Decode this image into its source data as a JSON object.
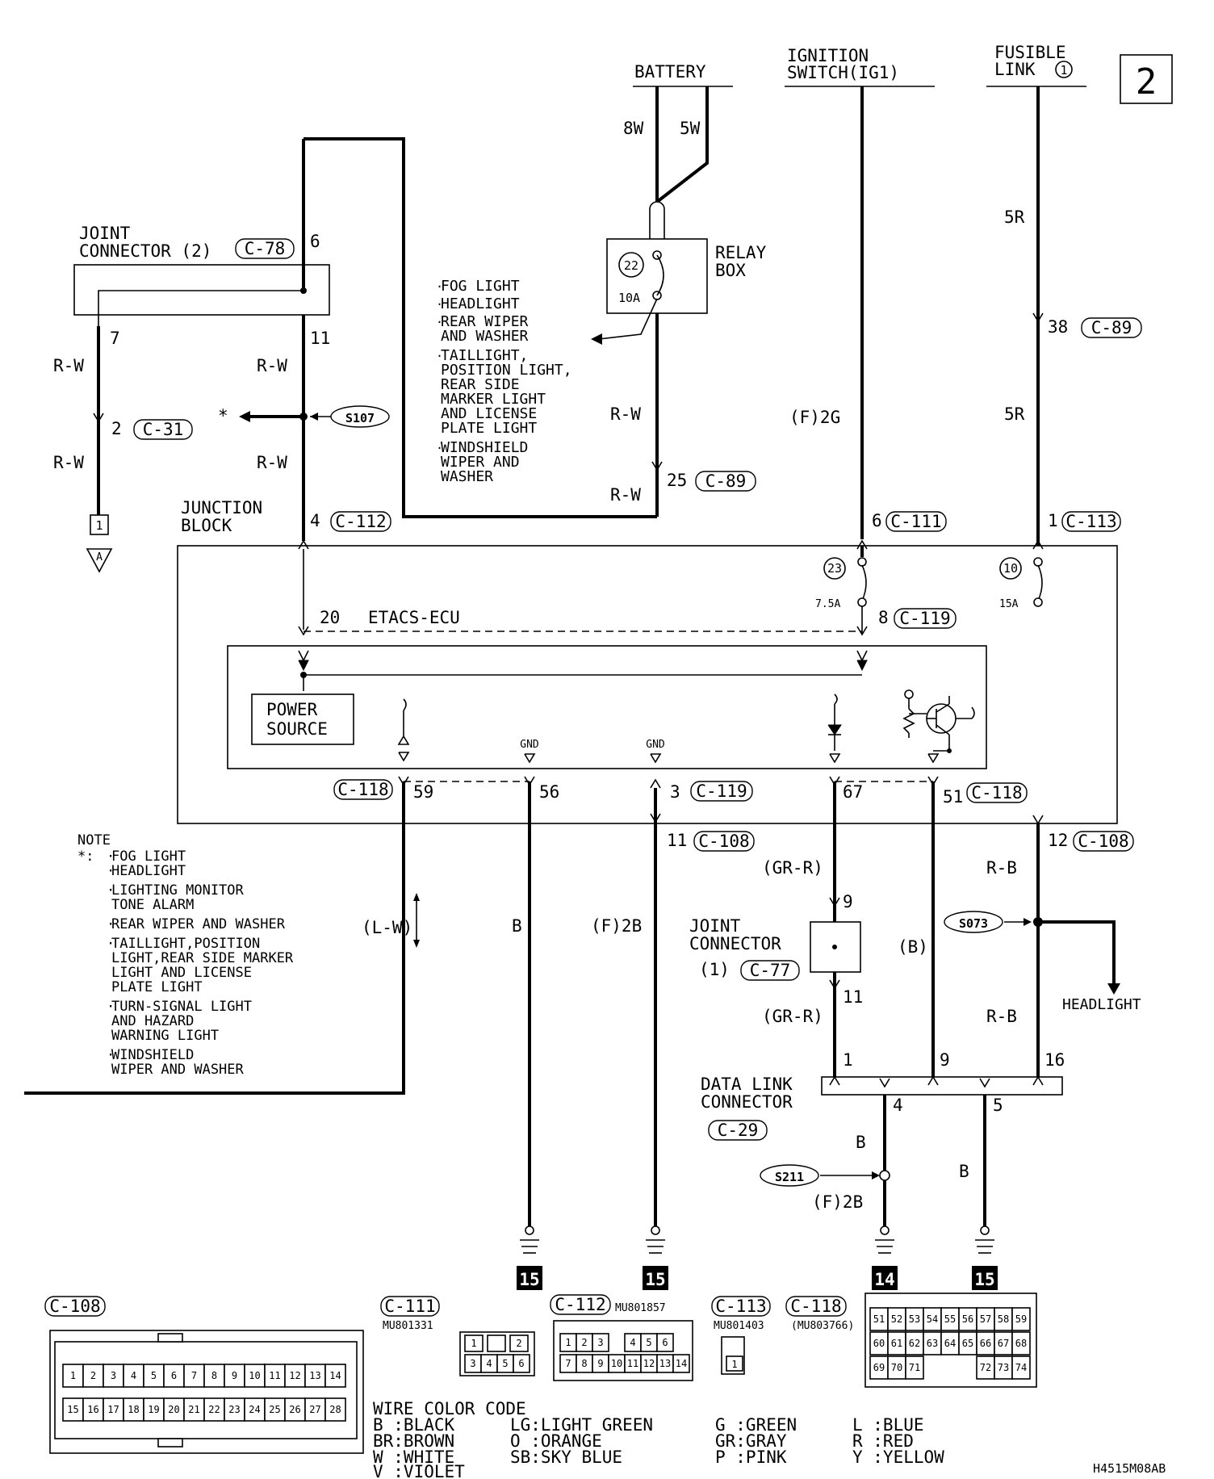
{
  "page_number": "2",
  "sources": {
    "battery": "BATTERY",
    "ignition_line1": "IGNITION",
    "ignition_line2": "SWITCH(IG1)",
    "fusible_line1": "FUSIBLE",
    "fusible_line2": "LINK",
    "fusible_num": "1"
  },
  "relay_box": {
    "line1": "RELAY",
    "line2": "BOX",
    "fuse_num": "22",
    "fuse_rating": "10A",
    "wire_8w": "8W",
    "wire_5w": "5W"
  },
  "relay_notes": [
    "FOG LIGHT",
    "HEADLIGHT",
    "REAR WIPER",
    "AND WASHER",
    "TAILLIGHT,",
    "POSITION LIGHT,",
    "REAR SIDE",
    "MARKER LIGHT",
    "AND LICENSE",
    "PLATE LIGHT",
    "WINDSHIELD",
    "WIPER AND",
    "WASHER"
  ],
  "joint_connector_2": {
    "line1": "JOINT",
    "line2": "CONNECTOR (2)",
    "id": "C-78",
    "pin_top": "6",
    "pin_left": "7",
    "pin_right": "11"
  },
  "wire_labels": {
    "rw": "R-W",
    "f2g": "(F)2G",
    "r5": "5R",
    "rb": "R-B",
    "grr": "(GR-R)",
    "b": "B",
    "b_paren": "(B)",
    "f2b": "(F)2B",
    "f2b_alt": "(F)2B",
    "lw": "(L-W)"
  },
  "connectors": {
    "c31_pin": "2",
    "c31": "C-31",
    "c89_pin38": "38",
    "c89": "C-89",
    "c89_pin25": "25",
    "c112_pin": "4",
    "c112": "C-112",
    "c111_pin": "6",
    "c111": "C-111",
    "c113_pin": "1",
    "c113": "C-113",
    "c119_pin8": "8",
    "c119": "C-119",
    "c119_pin3": "3",
    "c118": "C-118",
    "pin59": "59",
    "pin56": "56",
    "pin67": "67",
    "pin51": "51",
    "c108_pin11": "11",
    "c108": "C-108",
    "c108_pin12": "12"
  },
  "splices": {
    "s107": "S107",
    "s073": "S073",
    "s211": "S211"
  },
  "ground_a": {
    "box": "1",
    "tri": "A"
  },
  "junction_block": {
    "line1": "JUNCTION",
    "line2": "BLOCK",
    "fuse23": "23",
    "fuse23_rating": "7.5A",
    "fuse10": "10",
    "fuse10_rating": "15A"
  },
  "etacs": {
    "pin": "20",
    "label": "ETACS-ECU",
    "power_line1": "POWER",
    "power_line2": "SOURCE",
    "gnd1": "GND",
    "gnd2": "GND"
  },
  "joint_connector_1": {
    "line1": "JOINT",
    "line2": "CONNECTOR",
    "line3": "(1)",
    "id": "C-77",
    "pin_top": "9",
    "pin_bottom": "11"
  },
  "headlight": "HEADLIGHT",
  "data_link": {
    "line1": "DATA LINK",
    "line2": "CONNECTOR",
    "id": "C-29",
    "pin1": "1",
    "pin9": "9",
    "pin16": "16",
    "pin4": "4",
    "pin5": "5"
  },
  "ground_numbers": [
    "15",
    "15",
    "14",
    "15"
  ],
  "note": {
    "title": "NOTE",
    "star": "*:",
    "items": [
      "FOG LIGHT",
      "HEADLIGHT",
      "LIGHTING MONITOR",
      "TONE ALARM",
      "REAR WIPER AND WASHER",
      "TAILLIGHT,POSITION",
      "LIGHT,REAR SIDE MARKER",
      "LIGHT AND LICENSE",
      "PLATE LIGHT",
      "TURN-SIGNAL LIGHT",
      "AND HAZARD",
      "WARNING LIGHT",
      "WINDSHIELD",
      "WIPER AND WASHER"
    ]
  },
  "connector_views": {
    "c108": "C-108",
    "c108_row1": [
      "1",
      "2",
      "3",
      "4",
      "5",
      "6",
      "7",
      "8",
      "9",
      "10",
      "11",
      "12",
      "13",
      "14"
    ],
    "c108_row2": [
      "15",
      "16",
      "17",
      "18",
      "19",
      "20",
      "21",
      "22",
      "23",
      "24",
      "25",
      "26",
      "27",
      "28"
    ],
    "c111": "C-111",
    "c111_part": "MU801331",
    "c111_row1": [
      "1",
      "",
      "2"
    ],
    "c111_row2": [
      "3",
      "4",
      "5",
      "6"
    ],
    "c112": "C-112",
    "c112_part": "MU801857",
    "c112_row1": [
      "1",
      "2",
      "3",
      "",
      "4",
      "5",
      "6"
    ],
    "c112_row2": [
      "7",
      "8",
      "9",
      "10",
      "11",
      "12",
      "13",
      "14"
    ],
    "c113": "C-113",
    "c113_part": "MU801403",
    "c113_pin": "1",
    "c118": "C-118",
    "c118_part": "(MU803766)",
    "c118_row1": [
      "51",
      "52",
      "53",
      "54",
      "55",
      "56",
      "57",
      "58",
      "59"
    ],
    "c118_row2": [
      "60",
      "61",
      "62",
      "63",
      "64",
      "65",
      "66",
      "67",
      "68"
    ],
    "c118_row3": [
      "69",
      "70",
      "71",
      "",
      "",
      "",
      "72",
      "73",
      "74"
    ]
  },
  "wire_color_code": {
    "title": "WIRE COLOR CODE",
    "col1": [
      "B :BLACK",
      "BR:BROWN",
      "W :WHITE",
      "V :VIOLET"
    ],
    "col2": [
      "LG:LIGHT GREEN",
      "O :ORANGE",
      "SB:SKY BLUE"
    ],
    "col3": [
      "G :GREEN",
      "GR:GRAY",
      "P :PINK"
    ],
    "col4": [
      "L :BLUE",
      "R :RED",
      "Y :YELLOW"
    ]
  },
  "doc_code": "H4515M08AB"
}
